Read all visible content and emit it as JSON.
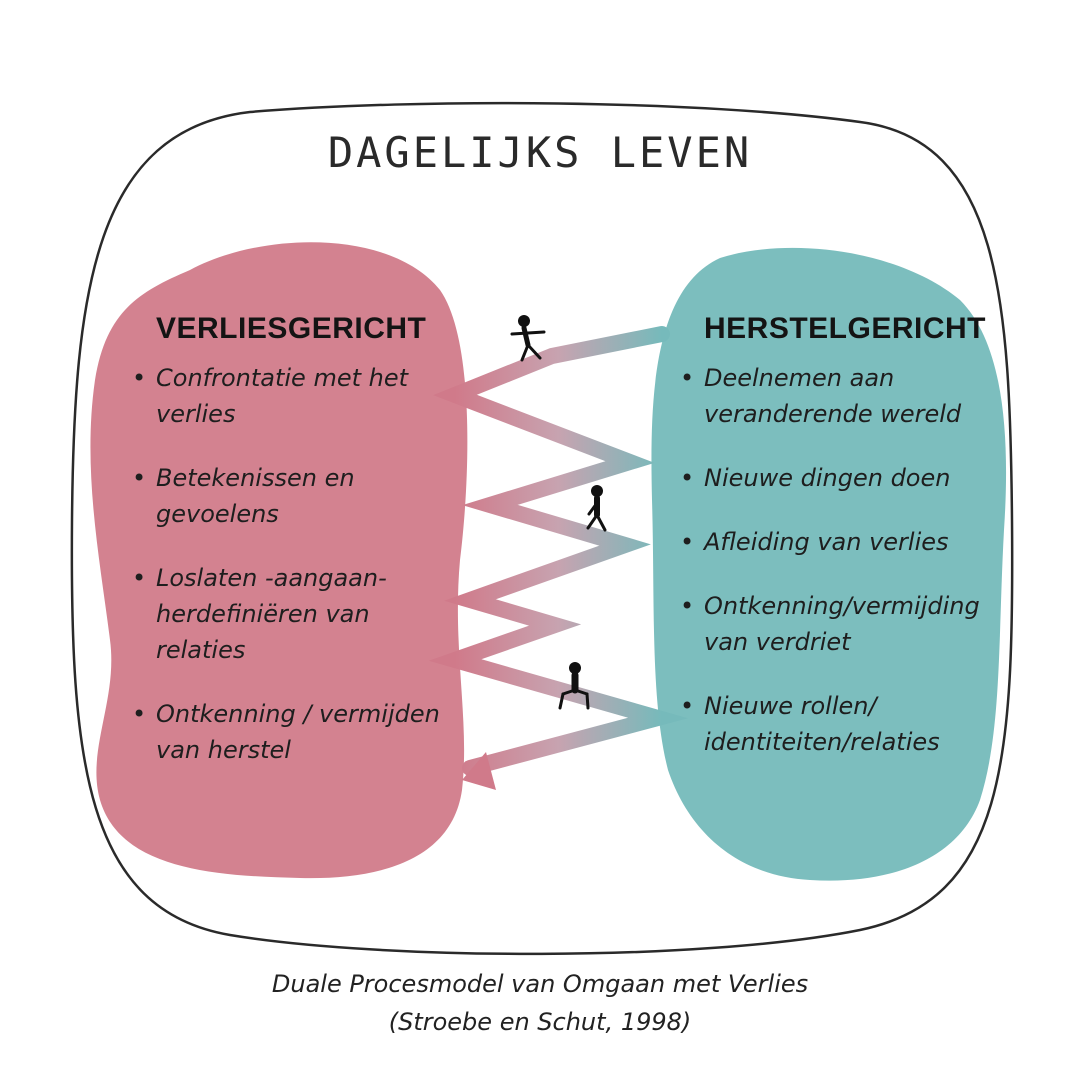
{
  "title": "DAGELIJKS LEVEN",
  "left": {
    "heading": "VERLIESGERICHT",
    "color": "#cf7787",
    "items": [
      "Confrontatie met het verlies",
      "Betekenissen en gevoelens",
      "Loslaten -aangaan-herdefiniëren van relaties",
      "Ontkenning / vermijden van herstel"
    ]
  },
  "right": {
    "heading": "HERSTELGERICHT",
    "color": "#71b9b8",
    "items": [
      "Deelnemen aan veranderende wereld",
      "Nieuwe dingen doen",
      "Afleiding van verlies",
      "Ontkenning/vermijding van verdriet",
      "Nieuwe rollen/ identiteiten/relaties"
    ]
  },
  "caption": {
    "line1": "Duale Procesmodel van Omgaan met Verlies",
    "line2": "(Stroebe en Schut, 1998)"
  }
}
